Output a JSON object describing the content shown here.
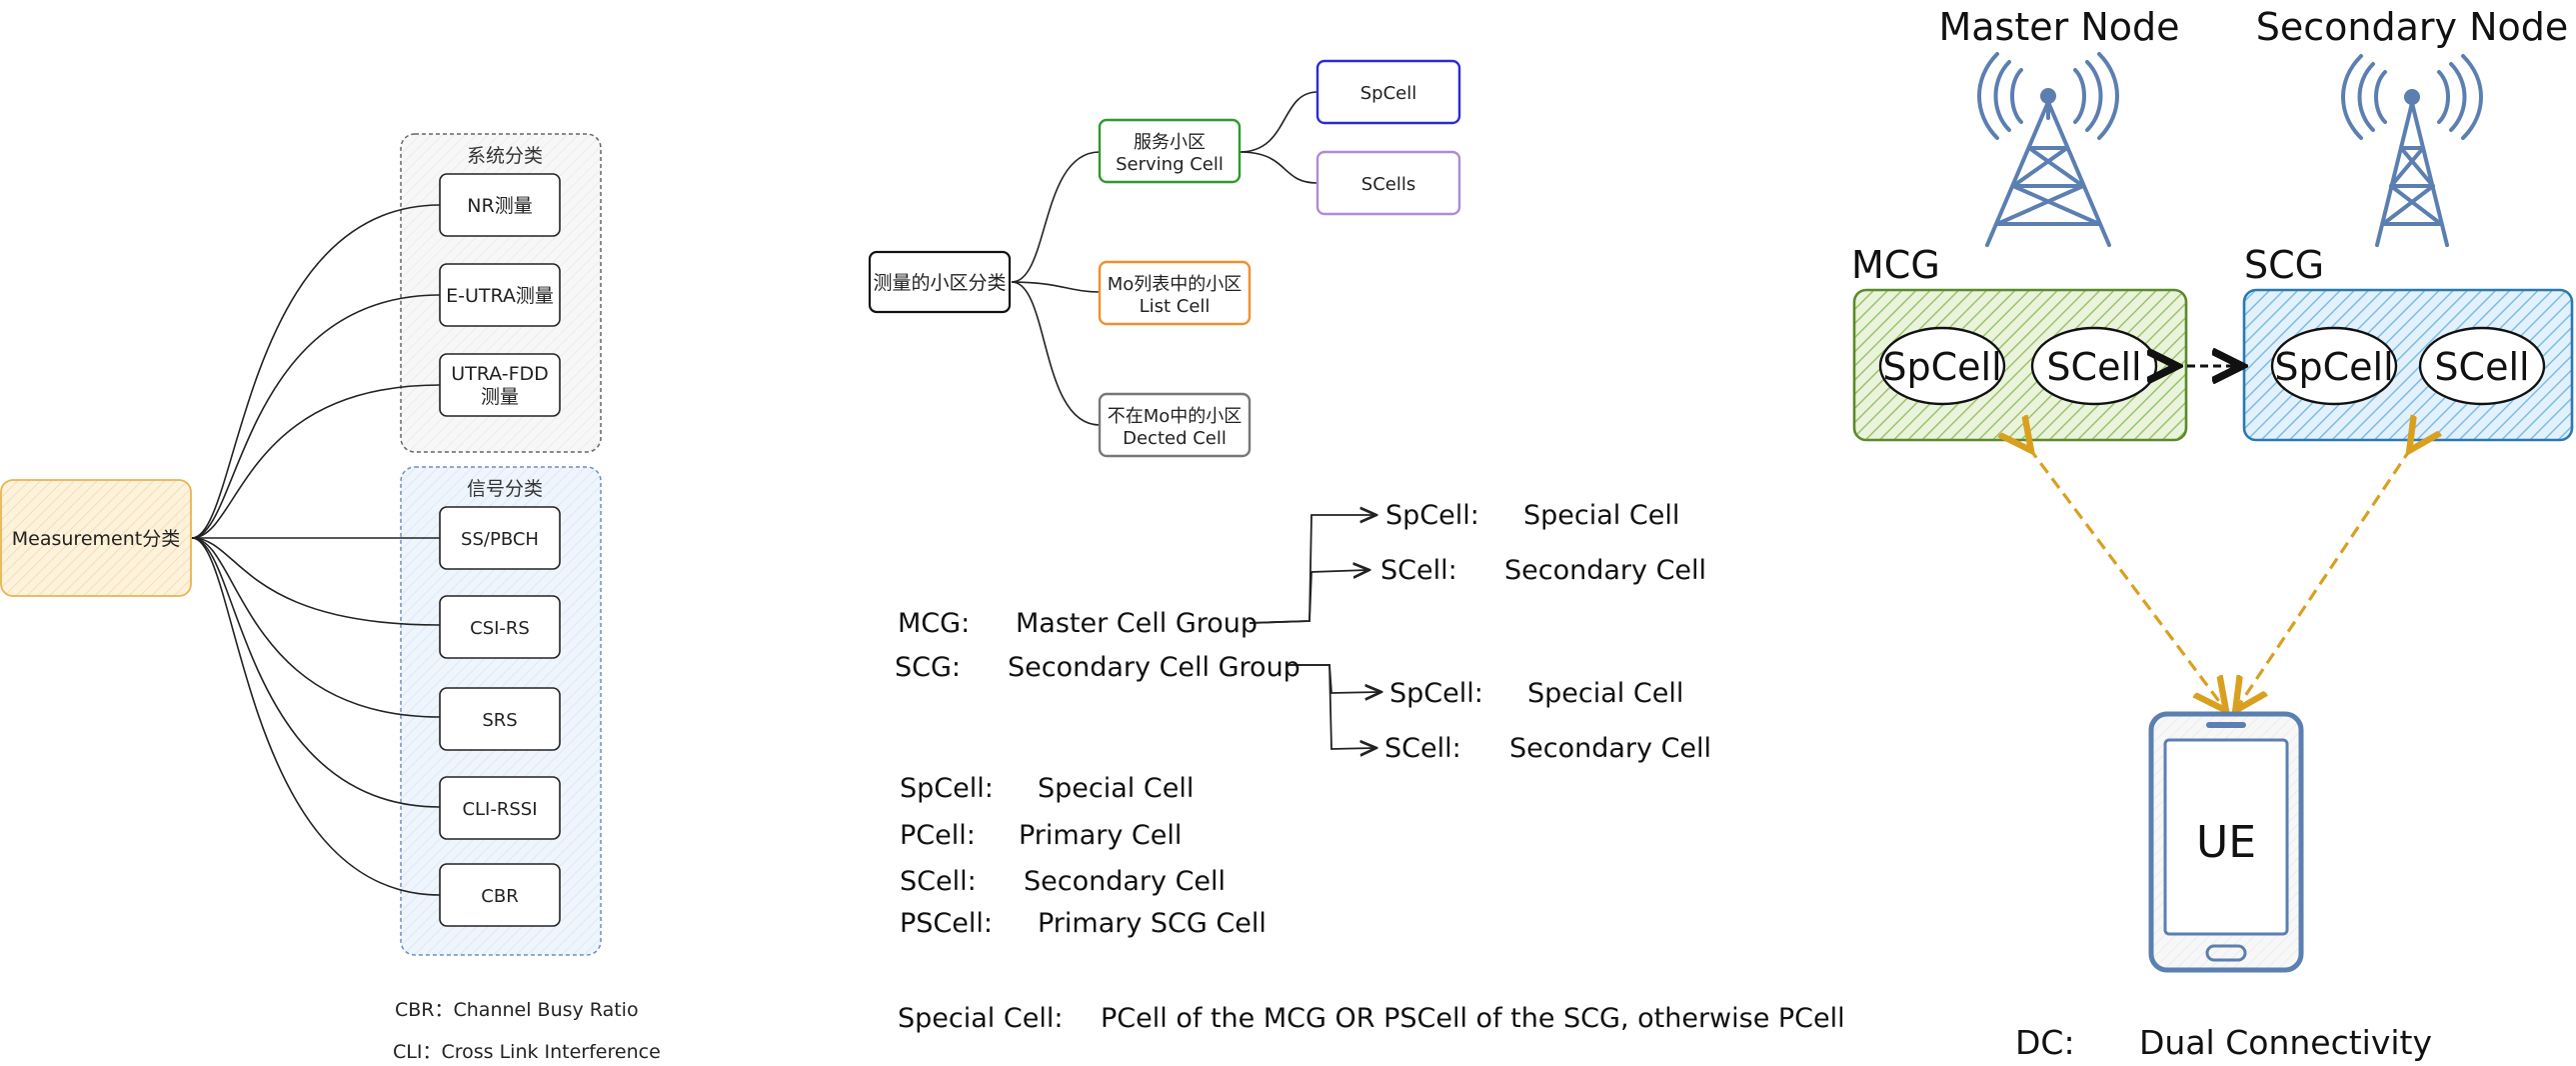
{
  "measurement": {
    "root": "Measurement分类",
    "system_group": {
      "title": "系统分类",
      "items": [
        "NR测量",
        "E-UTRA测量",
        "UTRA-FDD\n测量"
      ]
    },
    "signal_group": {
      "title": "信号分类",
      "items": [
        "SS/PBCH",
        "CSI-RS",
        "SRS",
        "CLI-RSSI",
        "CBR"
      ]
    },
    "notes": [
      "CBR：Channel Busy Ratio",
      "CLI：Cross Link Interference"
    ]
  },
  "cell_classification": {
    "root": "测量的小区分类",
    "serving": {
      "line1": "服务小区",
      "line2": "Serving Cell",
      "color": "#2e9a2e"
    },
    "list": {
      "line1": "Mo列表中的小区",
      "line2": "List Cell",
      "color": "#f0902a"
    },
    "detected": {
      "line1": "不在Mo中的小区",
      "line2": "Dected Cell",
      "color": "#777777"
    },
    "spcell": {
      "label": "SpCell",
      "color": "#2b2bd6"
    },
    "scells": {
      "label": "SCells",
      "color": "#b08ad6"
    }
  },
  "cell_groups": {
    "mcg": {
      "abbr": "MCG:",
      "full": "Master Cell Group"
    },
    "scg": {
      "abbr": "SCG:",
      "full": "Secondary Cell Group"
    },
    "mcg_children": [
      {
        "abbr": "SpCell:",
        "full": "Special Cell"
      },
      {
        "abbr": "SCell:",
        "full": "Secondary Cell"
      }
    ],
    "scg_children": [
      {
        "abbr": "SpCell:",
        "full": "Special Cell"
      },
      {
        "abbr": "SCell:",
        "full": "Secondary Cell"
      }
    ]
  },
  "glossary": [
    {
      "abbr": "SpCell:",
      "full": "Special Cell"
    },
    {
      "abbr": "PCell:",
      "full": "Primary Cell"
    },
    {
      "abbr": "SCell:",
      "full": "Secondary Cell"
    },
    {
      "abbr": "PSCell:",
      "full": "Primary SCG Cell"
    }
  ],
  "special_cell_def": {
    "abbr": "Special Cell:",
    "full": "PCell of the MCG OR  PSCell of the SCG, otherwise PCell"
  },
  "dual_connectivity": {
    "master_node": "Master Node",
    "secondary_node": "Secondary Node",
    "mcg": {
      "label": "MCG",
      "cells": [
        "SpCell",
        "SCell"
      ],
      "color": "#5a8a2a"
    },
    "scg": {
      "label": "SCG",
      "cells": [
        "SpCell",
        "SCell"
      ],
      "color": "#2a7ab0"
    },
    "ue": "UE",
    "dc_abbr": "DC:",
    "dc_full": "Dual Connectivity",
    "tower_color": "#5b7fb0",
    "link_color": "#d9a020"
  }
}
